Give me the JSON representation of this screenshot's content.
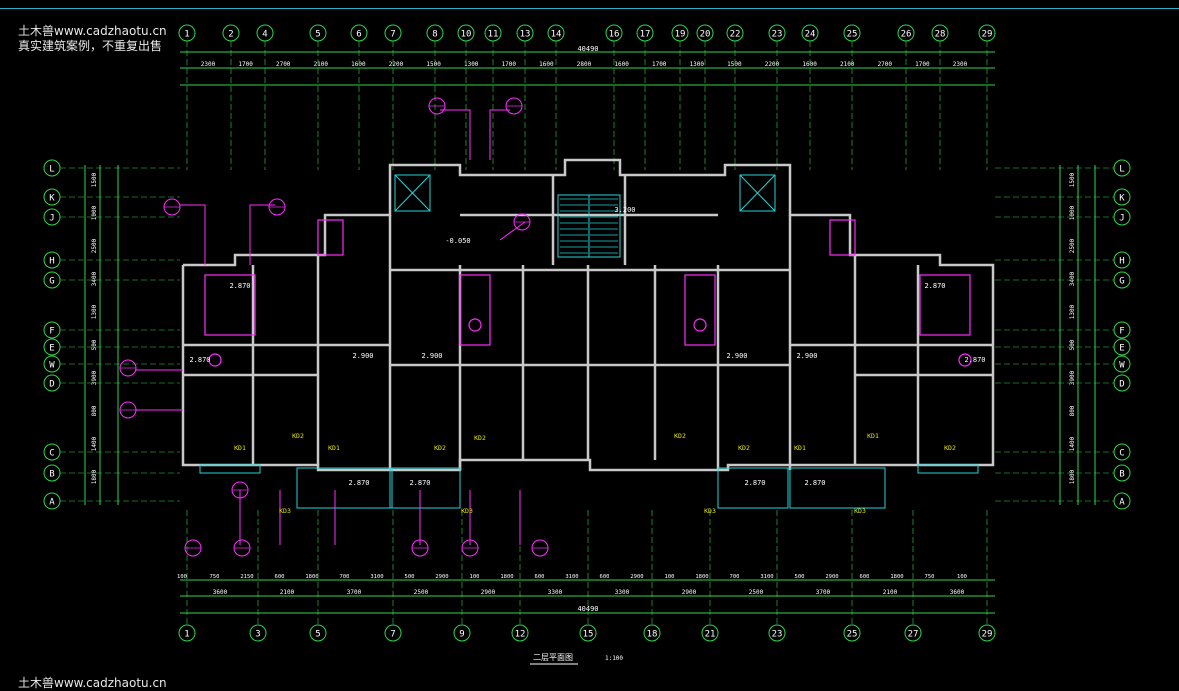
{
  "watermark": {
    "top": "土木兽www.cadzhaotu.cn",
    "subtitle": "真实建筑案例，不重复出售",
    "bottom": "土木兽www.cadzhaotu.cn"
  },
  "drawing": {
    "title": "二层平面图",
    "scale": "1:100",
    "total_dimension": "40490"
  },
  "axes": {
    "top_labels": [
      "1",
      "2",
      "4",
      "5",
      "6",
      "7",
      "8",
      "10",
      "11",
      "13",
      "14",
      "16",
      "17",
      "19",
      "20",
      "22",
      "23",
      "24",
      "25",
      "26",
      "28",
      "29"
    ],
    "bottom_labels": [
      "1",
      "3",
      "5",
      "7",
      "9",
      "12",
      "15",
      "18",
      "21",
      "23",
      "25",
      "27",
      "29"
    ],
    "side_labels": [
      "L",
      "K",
      "J",
      "H",
      "G",
      "F",
      "E",
      "W",
      "D",
      "C",
      "B",
      "A"
    ]
  },
  "dimensions": {
    "top_row1": [
      "2300",
      "1700",
      "2700",
      "2100",
      "1600",
      "2200",
      "1500",
      "1300",
      "1700",
      "1600",
      "2800",
      "1600",
      "1700",
      "1300",
      "1500",
      "2200",
      "1600",
      "2100",
      "2700",
      "1700",
      "2300"
    ],
    "bottom_row1": [
      "3600",
      "2100",
      "3700",
      "2500",
      "2900",
      "3300",
      "3300",
      "2900",
      "2500",
      "3700",
      "2100",
      "3600"
    ],
    "bottom_row2": [
      "100",
      "750",
      "2150",
      "600",
      "1800",
      "700",
      "3100",
      "500",
      "2900",
      "100",
      "1800",
      "600",
      "3100",
      "600",
      "2900",
      "100",
      "1800",
      "700",
      "3100",
      "500",
      "2900",
      "600",
      "1800",
      "750",
      "100"
    ],
    "left_side": [
      "1500",
      "1000",
      "2500",
      "3400",
      "1300",
      "500",
      "3900",
      "800",
      "1400",
      "1800"
    ],
    "right_side": [
      "1500",
      "1000",
      "2500",
      "3400",
      "1300",
      "500",
      "3900",
      "800",
      "1400",
      "1800"
    ]
  },
  "plan_labels": {
    "elevations": [
      "2.870",
      "2.870",
      "2.870",
      "2.870",
      "2.900",
      "2.900",
      "2.900",
      "2.900",
      "2.870",
      "2.870",
      "2.870",
      "2.870",
      "-0.050",
      "3.200"
    ],
    "windows": [
      "KD1",
      "KD2",
      "KD2",
      "KD1",
      "KD1",
      "KD2",
      "KD2",
      "KD1",
      "KD3",
      "KD3",
      "KD3",
      "KD3",
      "KD2",
      "KD2"
    ]
  },
  "colors": {
    "axis_bubble": "#2fd64b",
    "dim_line": "#2fd64b",
    "wall": "#c8c8c8",
    "fixture": "#ff2bff",
    "text": "#ffffff",
    "cyan": "#22d3d8",
    "yellow": "#e8e800"
  }
}
